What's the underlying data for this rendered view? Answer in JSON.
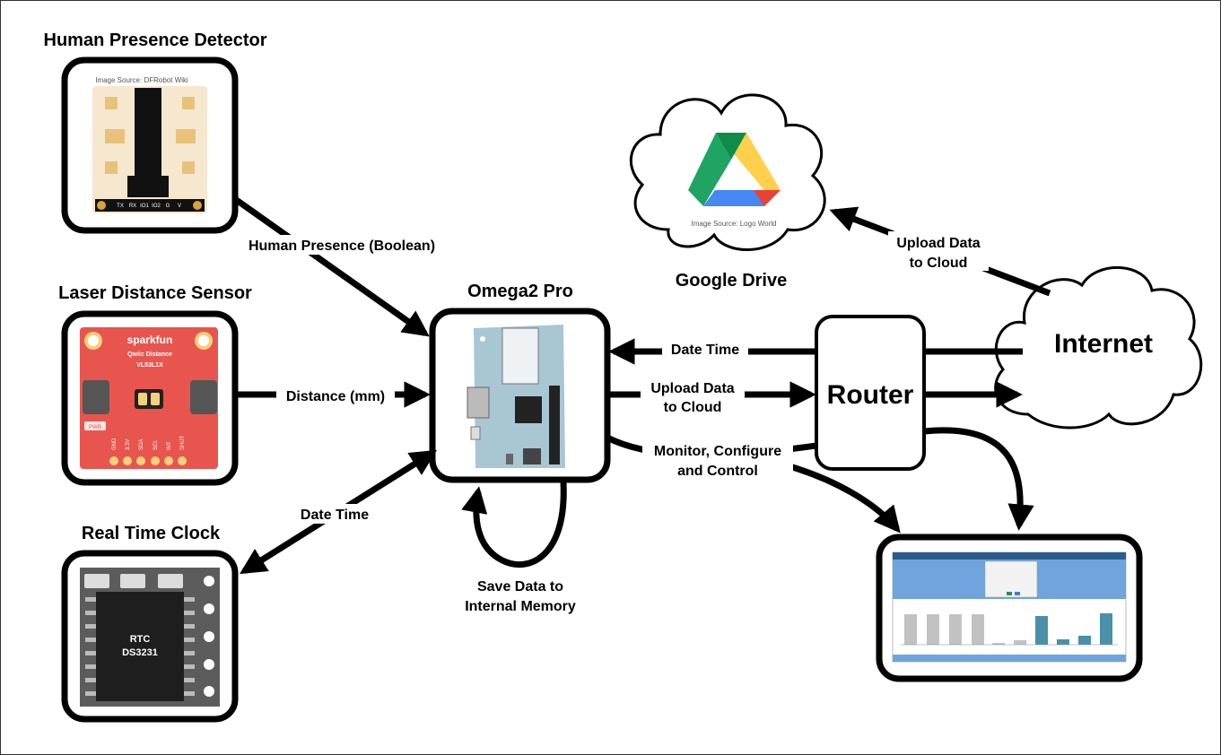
{
  "titles": {
    "human_presence_detector": "Human Presence Detector",
    "laser_distance_sensor": "Laser Distance Sensor",
    "real_time_clock": "Real Time Clock",
    "omega2_pro": "Omega2 Pro",
    "google_drive": "Google Drive",
    "internet": "Internet",
    "router": "Router"
  },
  "image_sources": {
    "dfrobot": "Image Source: DFRobot Wiki",
    "logo_world": "Image Source: Logo World"
  },
  "edge_labels": {
    "human_presence": "Human Presence (Boolean)",
    "distance": "Distance (mm)",
    "rtc_date_time": "Date Time",
    "save_data_line1": "Save Data to",
    "save_data_line2": "Internal Memory",
    "router_date_time": "Date Time",
    "upload_line1": "Upload Data",
    "upload_line2": "to Cloud",
    "monitor_line1": "Monitor, Configure",
    "monitor_line2": "and Control",
    "cloud_upload_line1": "Upload Data",
    "cloud_upload_line2": "to Cloud"
  },
  "sensor_text": {
    "sparkfun": "sparkfun",
    "qwiic": "Qwiic Distance",
    "model": "VL53L1X",
    "pwr": "PWR",
    "pins": [
      "GND",
      "3.3V",
      "SDA",
      "SCL",
      "INT",
      "SHUT"
    ],
    "radar_pins": [
      "TX",
      "RX",
      "IO1",
      "IO2",
      "G",
      "V"
    ]
  },
  "rtc_text": {
    "line1": "RTC",
    "line2": "DS3231"
  },
  "colors": {
    "arrow": "#000000",
    "sensor_board": "#e8554e",
    "radar_board": "#f6e7cf",
    "omega_board": "#a9c6d3",
    "rtc_board": "#5c5c5c",
    "drive_green": "#1fa463",
    "drive_yellow": "#ffd04b",
    "drive_blue": "#4688f4"
  }
}
